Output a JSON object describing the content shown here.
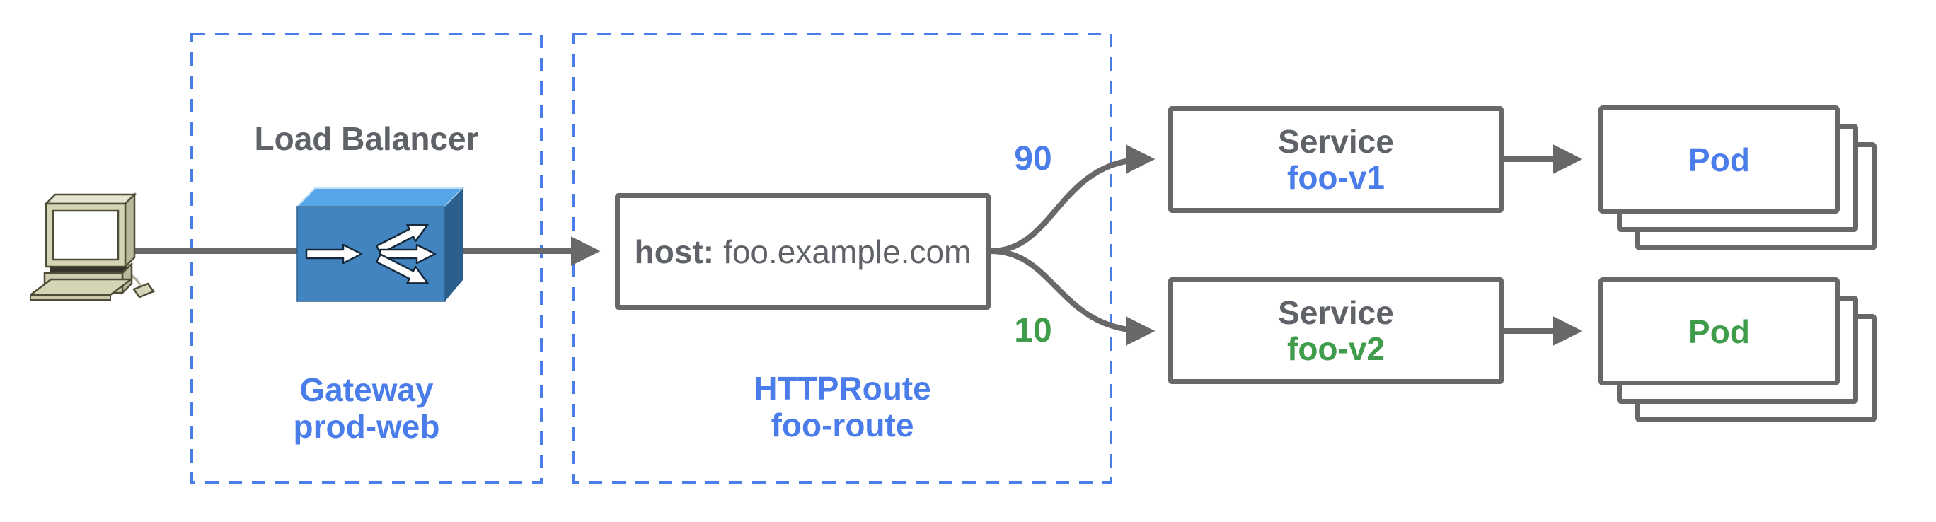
{
  "colors": {
    "accent_blue": "#4a7de9",
    "accent_green": "#3f9c4a",
    "text_gray": "#5f6368",
    "connector_gray": "#686868",
    "dashed_boundary_blue": "#4a7de9",
    "lb_icon_front": "#4284bf",
    "lb_icon_top": "#56a5e7",
    "lb_icon_side": "#2b5f8e",
    "computer_body": "#d5d4b6"
  },
  "client": {
    "icon": "desktop-computer"
  },
  "gateway_group": {
    "title": "Load Balancer",
    "resource_kind": "Gateway",
    "resource_name": "prod-web"
  },
  "route_group": {
    "resource_kind": "HTTPRoute",
    "resource_name": "foo-route",
    "host_key": "host:",
    "host_value": "foo.example.com",
    "weights": [
      {
        "value": "90",
        "color": "#4a7de9"
      },
      {
        "value": "10",
        "color": "#3f9c4a"
      }
    ]
  },
  "services": [
    {
      "kind": "Service",
      "name": "foo-v1",
      "name_color": "#4a7de9"
    },
    {
      "kind": "Service",
      "name": "foo-v2",
      "name_color": "#3f9c4a"
    }
  ],
  "pod_groups": [
    {
      "label": "Pod",
      "color": "#4a7de9"
    },
    {
      "label": "Pod",
      "color": "#3f9c4a"
    }
  ]
}
